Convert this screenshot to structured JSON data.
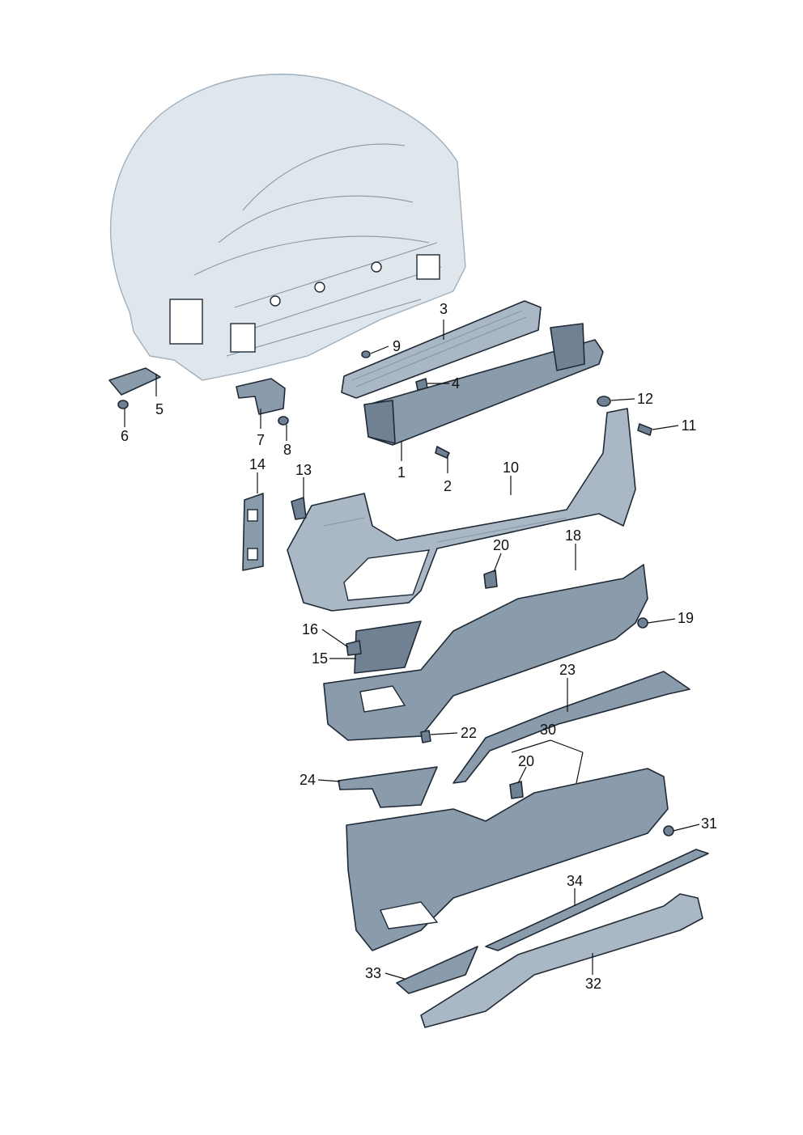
{
  "callouts": [
    {
      "id": "1",
      "text": "1"
    },
    {
      "id": "2",
      "text": "2"
    },
    {
      "id": "3",
      "text": "3"
    },
    {
      "id": "4",
      "text": "4"
    },
    {
      "id": "5",
      "text": "5"
    },
    {
      "id": "6",
      "text": "6"
    },
    {
      "id": "7",
      "text": "7"
    },
    {
      "id": "8",
      "text": "8"
    },
    {
      "id": "9",
      "text": "9"
    },
    {
      "id": "10",
      "text": "10"
    },
    {
      "id": "11",
      "text": "11"
    },
    {
      "id": "12",
      "text": "12"
    },
    {
      "id": "13",
      "text": "13"
    },
    {
      "id": "14",
      "text": "14"
    },
    {
      "id": "15",
      "text": "15"
    },
    {
      "id": "16",
      "text": "16"
    },
    {
      "id": "18",
      "text": "18"
    },
    {
      "id": "19",
      "text": "19"
    },
    {
      "id": "20a",
      "text": "20"
    },
    {
      "id": "20b",
      "text": "20"
    },
    {
      "id": "22",
      "text": "22"
    },
    {
      "id": "23",
      "text": "23"
    },
    {
      "id": "24",
      "text": "24"
    },
    {
      "id": "30",
      "text": "30"
    },
    {
      "id": "31",
      "text": "31"
    },
    {
      "id": "32",
      "text": "32"
    },
    {
      "id": "33",
      "text": "33"
    },
    {
      "id": "34",
      "text": "34"
    }
  ],
  "colors": {
    "part_dark": "#6f8193",
    "part_mid": "#8a9bab",
    "part_light": "#aab8c5",
    "body_shell": "#dfe6ec",
    "outline": "#1f2a36"
  }
}
